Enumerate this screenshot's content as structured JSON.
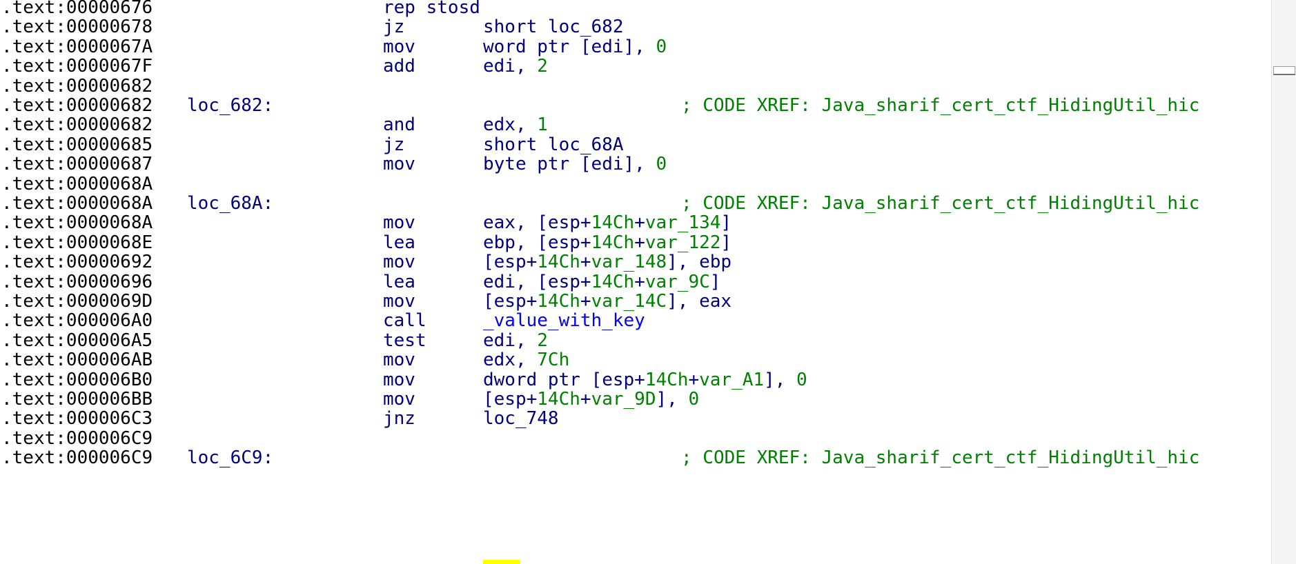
{
  "window": {
    "title": "IDA View"
  },
  "lines": [
    {
      "addr": ".text:00000676",
      "mnem": "rep stosd",
      "ops": []
    },
    {
      "addr": ".text:00000678",
      "mnem": "jz",
      "ops": [
        [
          "short loc_682",
          "code"
        ]
      ]
    },
    {
      "addr": ".text:0000067A",
      "mnem": "mov",
      "ops": [
        [
          "word ptr ",
          "kw"
        ],
        [
          "[edi]",
          "reg"
        ],
        [
          ", ",
          "kw"
        ],
        [
          "0",
          "num"
        ]
      ]
    },
    {
      "addr": ".text:0000067F",
      "mnem": "add",
      "ops": [
        [
          "edi",
          "reg"
        ],
        [
          ", ",
          "kw"
        ],
        [
          "2",
          "num"
        ]
      ]
    },
    {
      "addr": ".text:00000682"
    },
    {
      "addr": ".text:00000682",
      "label": "loc_682:",
      "xref": "; CODE XREF: Java_sharif_cert_ctf_HidingUtil_hic"
    },
    {
      "addr": ".text:00000682",
      "mnem": "and",
      "ops": [
        [
          "edx",
          "reg"
        ],
        [
          ", ",
          "kw"
        ],
        [
          "1",
          "num"
        ]
      ]
    },
    {
      "addr": ".text:00000685",
      "mnem": "jz",
      "ops": [
        [
          "short loc_68A",
          "code"
        ]
      ]
    },
    {
      "addr": ".text:00000687",
      "mnem": "mov",
      "ops": [
        [
          "byte ptr ",
          "kw"
        ],
        [
          "[edi]",
          "reg"
        ],
        [
          ", ",
          "kw"
        ],
        [
          "0",
          "num"
        ]
      ]
    },
    {
      "addr": ".text:0000068A"
    },
    {
      "addr": ".text:0000068A",
      "label": "loc_68A:",
      "xref": "; CODE XREF: Java_sharif_cert_ctf_HidingUtil_hic"
    },
    {
      "addr": ".text:0000068A",
      "mnem": "mov",
      "ops": [
        [
          "eax",
          "reg"
        ],
        [
          ", ",
          "kw"
        ],
        [
          "[esp+",
          "reg"
        ],
        [
          "14Ch",
          "num"
        ],
        [
          "+",
          "reg"
        ],
        [
          "var_134",
          "sym"
        ],
        [
          "]",
          "reg"
        ]
      ]
    },
    {
      "addr": ".text:0000068E",
      "mnem": "lea",
      "ops": [
        [
          "ebp",
          "reg"
        ],
        [
          ", ",
          "kw"
        ],
        [
          "[esp+",
          "reg"
        ],
        [
          "14Ch",
          "num"
        ],
        [
          "+",
          "reg"
        ],
        [
          "var_122",
          "sym"
        ],
        [
          "]",
          "reg"
        ]
      ]
    },
    {
      "addr": ".text:00000692",
      "mnem": "mov",
      "ops": [
        [
          "[esp+",
          "reg"
        ],
        [
          "14Ch",
          "num"
        ],
        [
          "+",
          "reg"
        ],
        [
          "var_148",
          "sym"
        ],
        [
          "]",
          "reg"
        ],
        [
          ", ",
          "kw"
        ],
        [
          "ebp",
          "reg"
        ]
      ]
    },
    {
      "addr": ".text:00000696",
      "mnem": "lea",
      "ops": [
        [
          "edi",
          "reg"
        ],
        [
          ", ",
          "kw"
        ],
        [
          "[esp+",
          "reg"
        ],
        [
          "14Ch",
          "num"
        ],
        [
          "+",
          "reg"
        ],
        [
          "var_9C",
          "sym"
        ],
        [
          "]",
          "reg"
        ]
      ]
    },
    {
      "addr": ".text:0000069D",
      "mnem": "mov",
      "ops": [
        [
          "[esp+",
          "reg"
        ],
        [
          "14Ch",
          "num"
        ],
        [
          "+",
          "reg"
        ],
        [
          "var_14C",
          "sym"
        ],
        [
          "]",
          "reg"
        ],
        [
          ", ",
          "kw"
        ],
        [
          "eax",
          "reg"
        ]
      ]
    },
    {
      "addr": ".text:000006A0",
      "mnem": "call",
      "ops": [
        [
          "_value_with_key",
          "fn"
        ]
      ]
    },
    {
      "addr": ".text:000006A5",
      "mnem": "test",
      "ops": [
        [
          "edi",
          "reg"
        ],
        [
          ", ",
          "kw"
        ],
        [
          "2",
          "num"
        ]
      ]
    },
    {
      "addr": ".text:000006AB",
      "mnem": "mov",
      "ops": [
        [
          "edx",
          "reg"
        ],
        [
          ", ",
          "kw"
        ],
        [
          "7Ch",
          "num"
        ]
      ]
    },
    {
      "addr": ".text:000006B0",
      "mnem": "mov",
      "ops": [
        [
          "dword ptr ",
          "kw"
        ],
        [
          "[esp+",
          "reg"
        ],
        [
          "14Ch",
          "num"
        ],
        [
          "+",
          "reg"
        ],
        [
          "var_A1",
          "sym"
        ],
        [
          "]",
          "reg"
        ],
        [
          ", ",
          "kw"
        ],
        [
          "0",
          "num"
        ]
      ]
    },
    {
      "addr": ".text:000006BB",
      "mnem": "mov",
      "ops": [
        [
          "[esp+",
          "reg"
        ],
        [
          "14Ch",
          "num"
        ],
        [
          "+",
          "reg"
        ],
        [
          "var_9D",
          "sym"
        ],
        [
          "]",
          "reg"
        ],
        [
          ", ",
          "kw"
        ],
        [
          "0",
          "num"
        ]
      ]
    },
    {
      "addr": ".text:000006C3",
      "mnem": "jnz",
      "ops": [
        [
          "loc_748",
          "code"
        ]
      ]
    },
    {
      "addr": ".text:000006C9"
    },
    {
      "addr": ".text:000006C9",
      "label": "loc_6C9:",
      "xref": "; CODE XREF: Java_sharif_cert_ctf_HidingUtil_hic"
    }
  ],
  "colors": {
    "address": "#000000",
    "mnemonic": "#00007f",
    "register": "#00007f",
    "number": "#008000",
    "symbol": "#008000",
    "function": "#0000ff",
    "comment": "#008000",
    "highlight": "#ffff00"
  }
}
